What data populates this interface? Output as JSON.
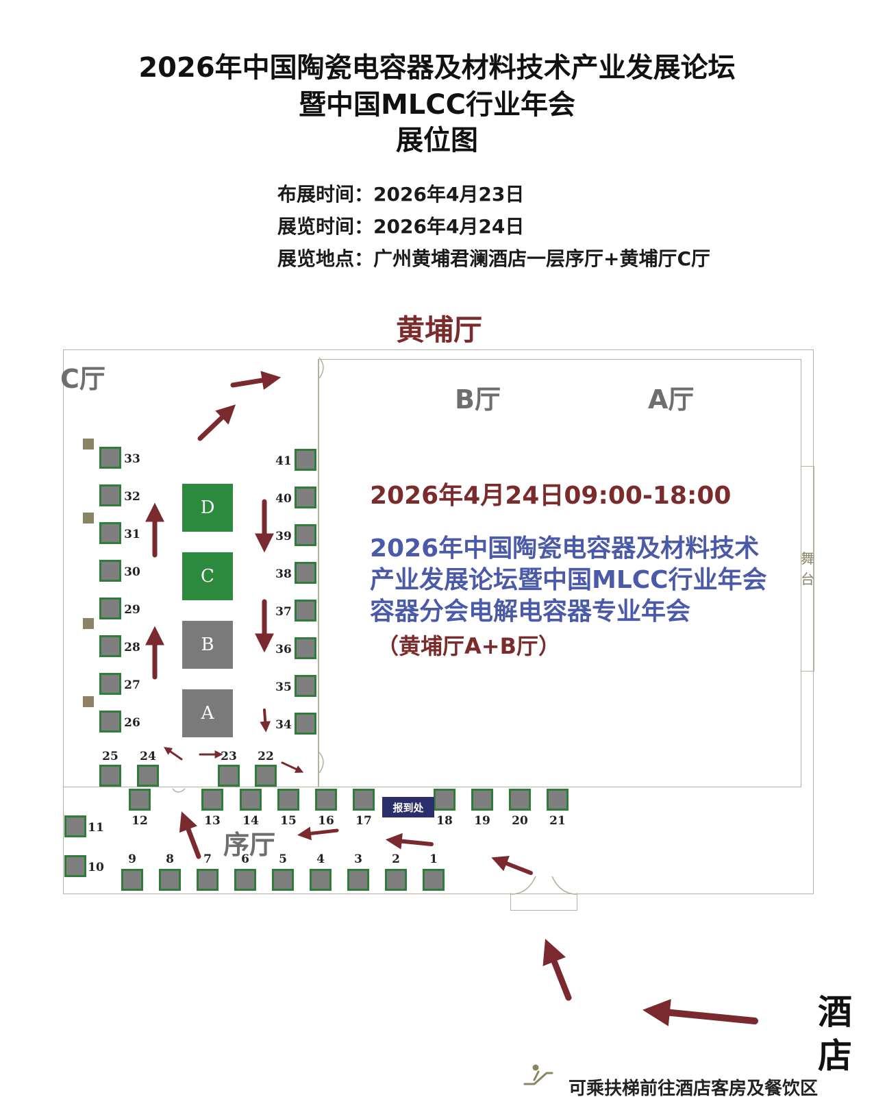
{
  "header": {
    "title_line1": "2026年中国陶瓷电容器及材料技术产业发展论坛",
    "title_line2": "暨中国MLCC行业年会",
    "title_line3": "展位图"
  },
  "info": {
    "setup_label": "布展时间：",
    "setup_value": "2026年4月23日",
    "exhibit_label": "展览时间：",
    "exhibit_value": "2026年4月24日",
    "venue_label": "展览地点：",
    "venue_value": "广州黄埔君澜酒店一层序厅+黄埔厅C厅"
  },
  "map": {
    "hall_huangpu": "黄埔厅",
    "hall_c": "C厅",
    "hall_b": "B厅",
    "hall_a": "A厅",
    "hall_lobby": "序厅",
    "stage": [
      "舞",
      "台"
    ],
    "registration": "报到处",
    "hotel": [
      "酒",
      "店"
    ],
    "zones": [
      "D",
      "C",
      "B",
      "A"
    ],
    "booth_numbers": [
      "1",
      "2",
      "3",
      "4",
      "5",
      "6",
      "7",
      "8",
      "9",
      "10",
      "11",
      "12",
      "13",
      "14",
      "15",
      "16",
      "17",
      "18",
      "19",
      "20",
      "21",
      "22",
      "23",
      "24",
      "25",
      "26",
      "27",
      "28",
      "29",
      "30",
      "31",
      "32",
      "33",
      "34",
      "35",
      "36",
      "37",
      "38",
      "39",
      "40",
      "41"
    ]
  },
  "event": {
    "datetime": "2026年4月24日09:00-18:00",
    "name": "2026年中国陶瓷电容器及材料技术产业发展论坛暨中国MLCC行业年会容器分会电解电容器专业年会",
    "hall": "（黄埔厅A+B厅）"
  },
  "footer": {
    "escalator_icon": "escalator-icon",
    "text": "可乘扶梯前往酒店客房及餐饮区"
  },
  "colors": {
    "booth_border": "#2f7d3b",
    "booth_fill": "#7f7f7f",
    "zone_green": "#2b8a3e",
    "zone_grey": "#7a7a7a",
    "arrow": "#7a2a2e",
    "hall_title": "#7b2b2b",
    "event_blue": "#4a5aa8",
    "registration_bg": "#2a2f6b"
  }
}
